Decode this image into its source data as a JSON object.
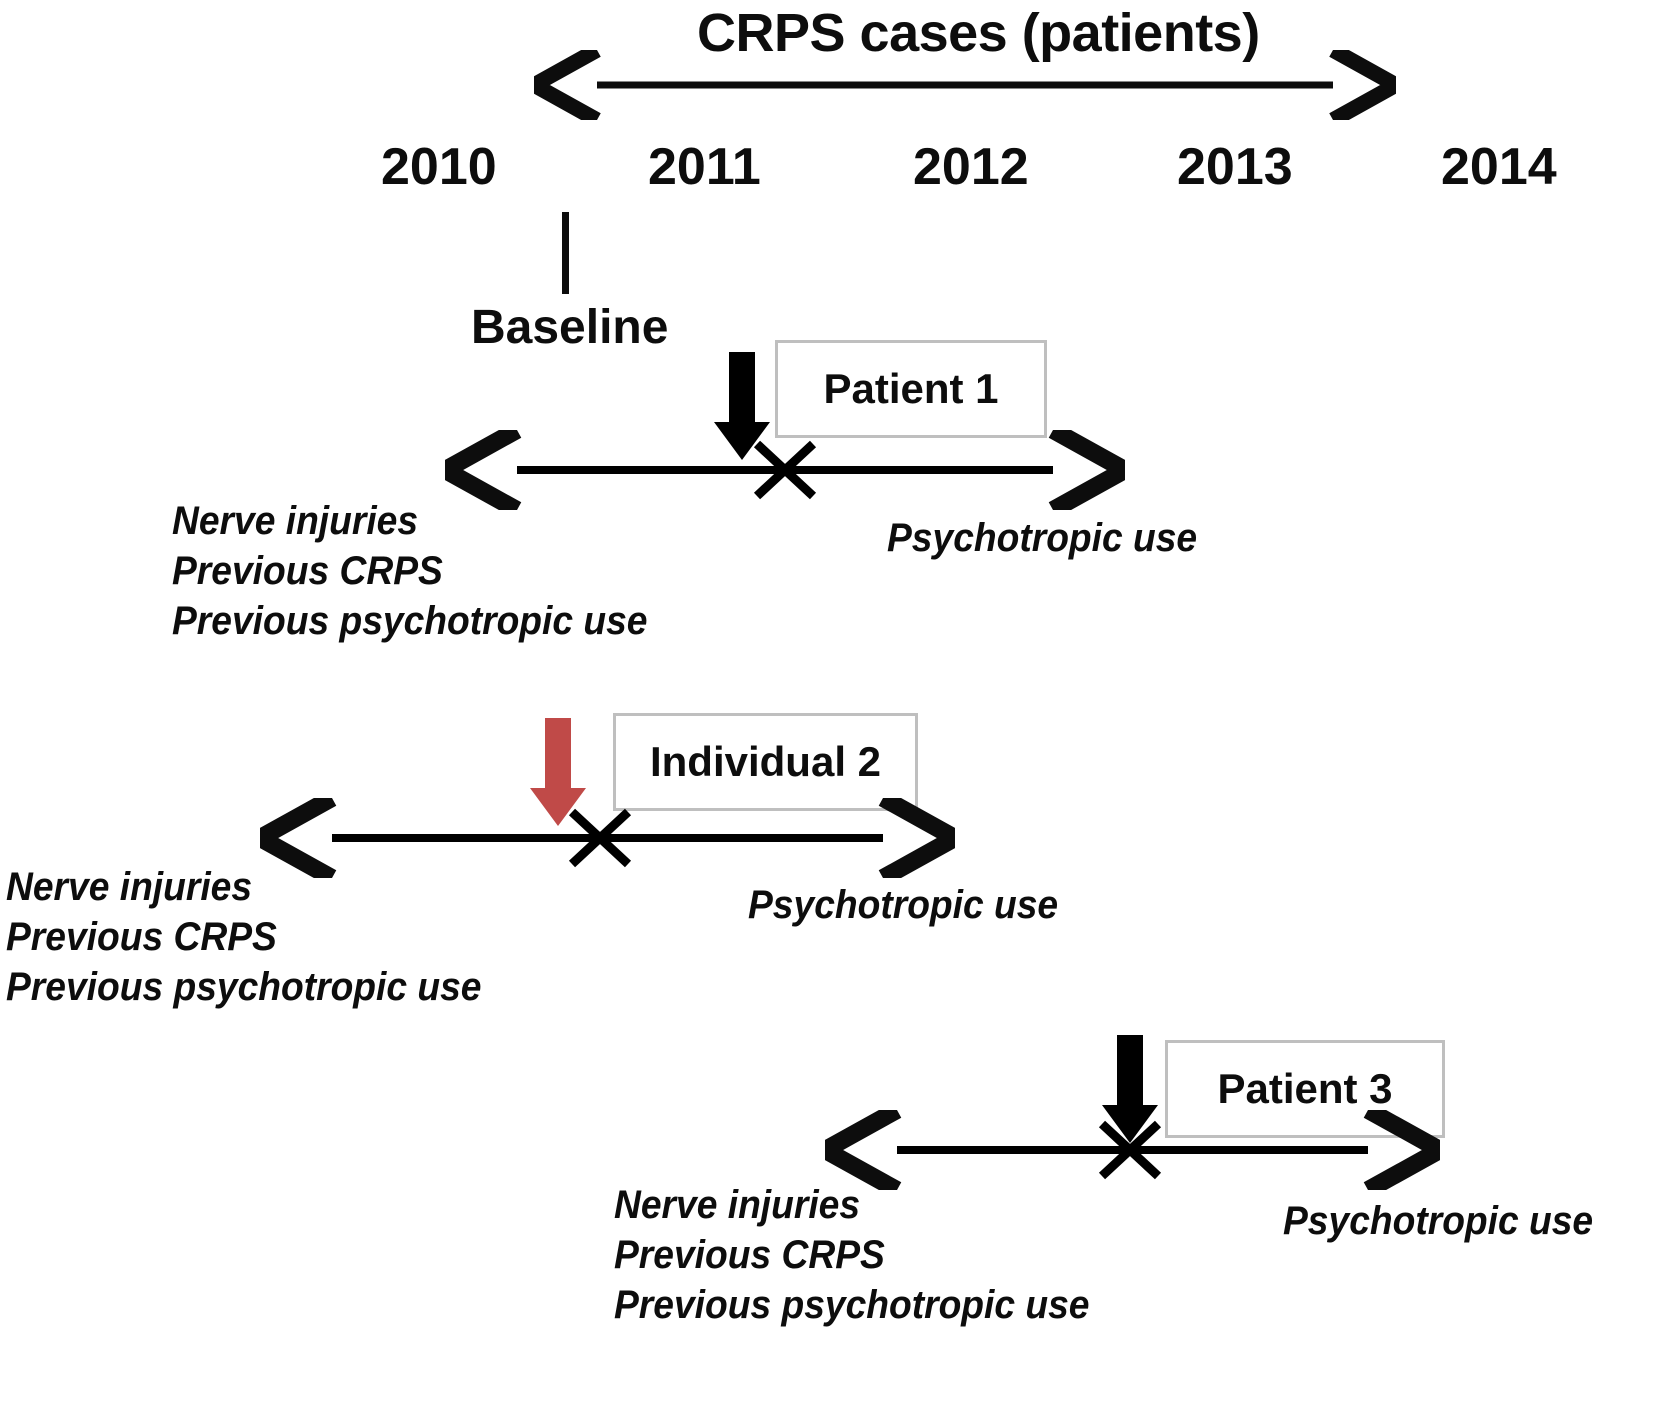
{
  "figure": {
    "title": "CRPS cases (patients)",
    "timeline": {
      "years": [
        "2010",
        "2011",
        "2012",
        "2013",
        "2014"
      ],
      "baseline_label": "Baseline",
      "direction": "double-headed horizontal axis spanning 2010–2014"
    },
    "colors": {
      "ink": "#0d0d0d",
      "box_border": "#bfbfbf",
      "marker_black": "#000000",
      "marker_red": "#c04a48"
    },
    "cases": [
      {
        "id": "case-1",
        "box_label": "Patient 1",
        "marker_color": "#000000",
        "marker_name": "black-down-arrow",
        "left_annotations": [
          "Nerve injuries",
          "Previous CRPS",
          "Previous psychotropic use"
        ],
        "right_annotation": "Psychotropic use"
      },
      {
        "id": "case-2",
        "box_label": "Individual 2",
        "marker_color": "#c04a48",
        "marker_name": "red-down-arrow",
        "left_annotations": [
          "Nerve injuries",
          "Previous CRPS",
          "Previous psychotropic use"
        ],
        "right_annotation": "Psychotropic use"
      },
      {
        "id": "case-3",
        "box_label": "Patient 3",
        "marker_color": "#000000",
        "marker_name": "black-down-arrow",
        "left_annotations": [
          "Nerve injuries",
          "Previous CRPS",
          "Previous psychotropic use"
        ],
        "right_annotation": "Psychotropic use"
      }
    ]
  }
}
